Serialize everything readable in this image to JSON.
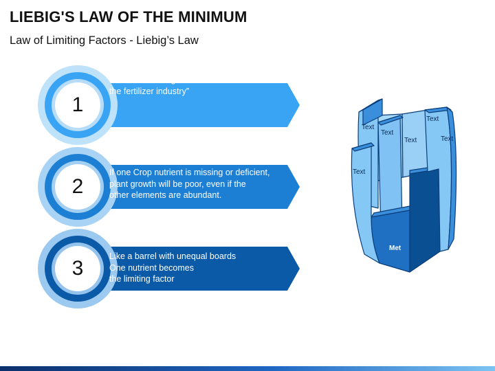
{
  "title": "LIEBIG'S LAW OF THE MINIMUM",
  "subtitle": "Law of Limiting Factors - Liebig’s Law",
  "steps": [
    {
      "number": "1",
      "text": "Justus von Liebig “Father of\nthe fertilizer industry”",
      "color": "#3aa4f4",
      "ring": "#bfe2fb"
    },
    {
      "number": "2",
      "text": "If one Crop nutrient is missing or deficient,\nplant growth will be poor, even if the\nother elements are abundant.",
      "color": "#1d7fd4",
      "ring": "#a9d3f5"
    },
    {
      "number": "3",
      "text": "Like a barrel with unequal boards\nOne  nutrient becomes\nthe limiting factor",
      "color": "#0a5aa8",
      "ring": "#9cc9ef"
    }
  ],
  "barrel": {
    "stave_labels": [
      "Text",
      "Text",
      "Text",
      "Text",
      "Text",
      "Text"
    ],
    "level_label": "Met",
    "colors": {
      "light": "#86c8f5",
      "mid": "#3a8fdc",
      "dark": "#0b4f93",
      "outline": "#0a3d7a"
    }
  }
}
